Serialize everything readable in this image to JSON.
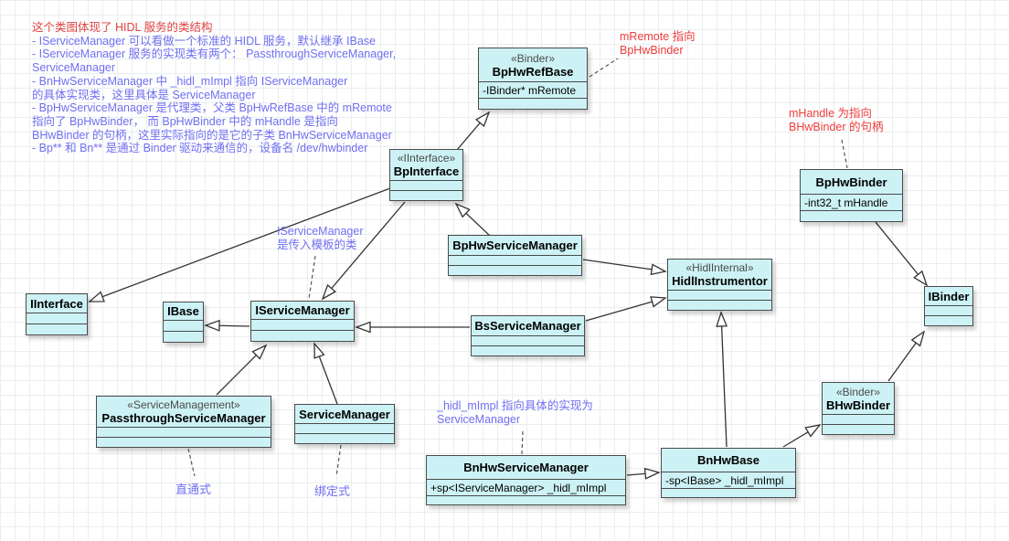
{
  "diagram": {
    "title": "这个类图体现了 HIDL 服务的类结构",
    "description_lines": [
      "- IServiceManager 可以看做一个标准的 HIDL 服务，默认继承 IBase",
      "- IServiceManager 服务的实现类有两个： PassthroughServiceManager,",
      "ServiceManager",
      "- BnHwServiceManager 中 _hidl_mImpl 指向 IServiceManager",
      "的具体实现类，这里具体是 ServiceManager",
      "- BpHwServiceManager 是代理类，父类 BpHwRefBase 中的 mRemote",
      "指向了 BpHwBinder， 而 BpHwBinder 中的 mHandle 是指向",
      "BHwBinder 的句柄，这里实际指向的是它的子类 BnHwServiceManager",
      "- Bp** 和 Bn** 是通过 Binder 驱动来通信的，设备名 /dev/hwbinder"
    ],
    "classes": {
      "bphwrefbase": {
        "stereotype": "«Binder»",
        "name": "BpHwRefBase",
        "attr": "-IBinder* mRemote"
      },
      "bpinterface": {
        "stereotype": "«IInterface»",
        "name": "BpInterface"
      },
      "bphwbinder": {
        "name": "BpHwBinder",
        "attr": "-int32_t  mHandle"
      },
      "iinterface": {
        "name": "IInterface"
      },
      "ibase": {
        "name": "IBase"
      },
      "iservicemanager": {
        "name": "IServiceManager"
      },
      "bphwservicemanager": {
        "name": "BpHwServiceManager"
      },
      "bsservicemanager": {
        "name": "BsServiceManager"
      },
      "hidlinstrumentor": {
        "stereotype": "«HidlInternal»",
        "name": "HidlInstrumentor"
      },
      "ibinder": {
        "name": "IBinder"
      },
      "bhwbinder": {
        "stereotype": "«Binder»",
        "name": "BHwBinder"
      },
      "passthroughservicemanager": {
        "stereotype": "«ServiceManagement»",
        "name": "PassthroughServiceManager"
      },
      "servicemanager": {
        "name": "ServiceManager"
      },
      "bnhwservicemanager": {
        "name": "BnHwServiceManager",
        "attr": "+sp<IServiceManager> _hidl_mImpl"
      },
      "bnhwbase": {
        "name": "BnHwBase",
        "attr": "-sp<IBase> _hidl_mImpl"
      }
    },
    "notes": {
      "mremote": {
        "line1": "mRemote 指向",
        "line2": "BpHwBinder"
      },
      "mhandle": {
        "line1": "mHandle 为指向",
        "line2": "BHwBinder 的句柄"
      },
      "template_param": {
        "line1": "IServiceManager",
        "line2": "是传入模板的类"
      },
      "impl": {
        "line1": "_hidl_mImpl 指向具体的实现为",
        "line2": "ServiceManager"
      },
      "passthrough_mode": "直通式",
      "binder_mode": "绑定式"
    },
    "colors": {
      "box_fill": "#cdf2f5",
      "box_border": "#4a4a4a",
      "note_red": "#f03b3b",
      "note_blue": "#6f6ff2",
      "line": "#333333",
      "grid": "#eaeeee"
    }
  }
}
